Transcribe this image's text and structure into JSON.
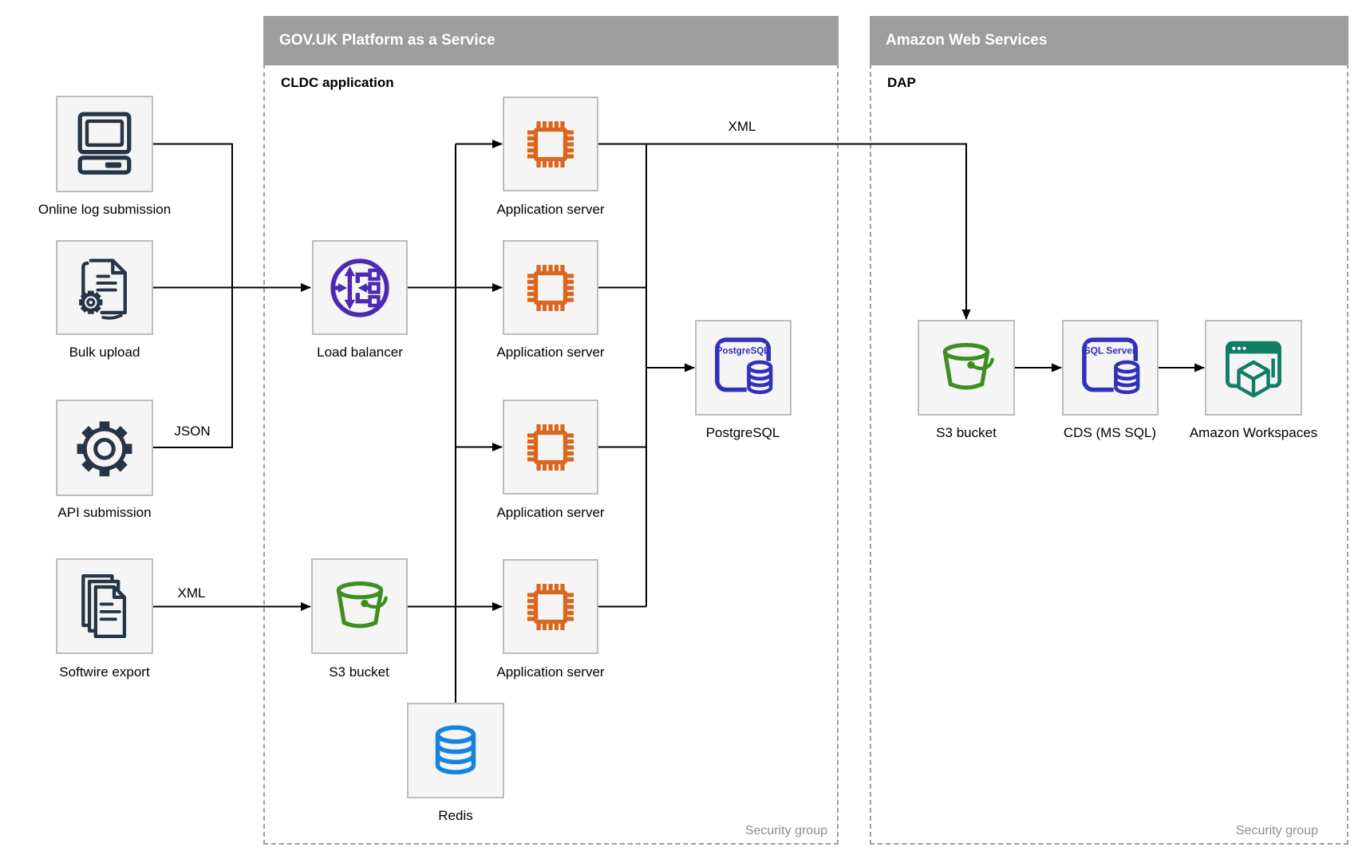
{
  "paas": {
    "title": "GOV.UK Platform as a Service",
    "subtitle": "CLDC application",
    "footer": "Security group"
  },
  "aws": {
    "title": "Amazon Web Services",
    "subtitle": "DAP",
    "footer": "Security group"
  },
  "nodes": {
    "online_log": {
      "label": "Online log submission",
      "icon": "computer-icon"
    },
    "bulk_upload": {
      "label": "Bulk upload",
      "icon": "document-gear-icon"
    },
    "api_submission": {
      "label": "API submission",
      "icon": "gear-icon"
    },
    "softwire_export": {
      "label": "Softwire export",
      "icon": "documents-icon"
    },
    "load_balancer": {
      "label": "Load balancer",
      "icon": "load-balancer-icon"
    },
    "app_server_1": {
      "label": "Application server",
      "icon": "chip-icon"
    },
    "app_server_2": {
      "label": "Application server",
      "icon": "chip-icon"
    },
    "app_server_3": {
      "label": "Application server",
      "icon": "chip-icon"
    },
    "app_server_4": {
      "label": "Application server",
      "icon": "chip-icon"
    },
    "postgresql": {
      "label": "PostgreSQL",
      "icon": "postgresql-icon",
      "icon_text": "PostgreSQL"
    },
    "s3_bucket_paas": {
      "label": "S3 bucket",
      "icon": "s3-bucket-icon"
    },
    "redis": {
      "label": "Redis",
      "icon": "database-icon"
    },
    "s3_bucket_aws": {
      "label": "S3 bucket",
      "icon": "s3-bucket-icon"
    },
    "cds": {
      "label": "CDS (MS SQL)",
      "icon": "sql-server-icon",
      "icon_text": "SQL Server"
    },
    "workspaces": {
      "label": "Amazon Workspaces",
      "icon": "workspaces-icon"
    }
  },
  "edge_labels": {
    "api_json": "JSON",
    "softwire_xml": "XML",
    "app_to_s3_xml": "XML"
  },
  "colors": {
    "header_gray": "#9d9d9d",
    "node_fill": "#f5f5f5",
    "node_border": "#bdbdbd",
    "edge_black": "#000000",
    "source_navy": "#263545",
    "load_balancer_purple": "#4D2BB0",
    "app_server_orange": "#D9671F",
    "s3_green": "#3F8E22",
    "database_indigo": "#3030B8",
    "redis_azure": "#1584E0",
    "workspaces_teal": "#0F7E64",
    "footer_gray": "#8f8f8f"
  }
}
